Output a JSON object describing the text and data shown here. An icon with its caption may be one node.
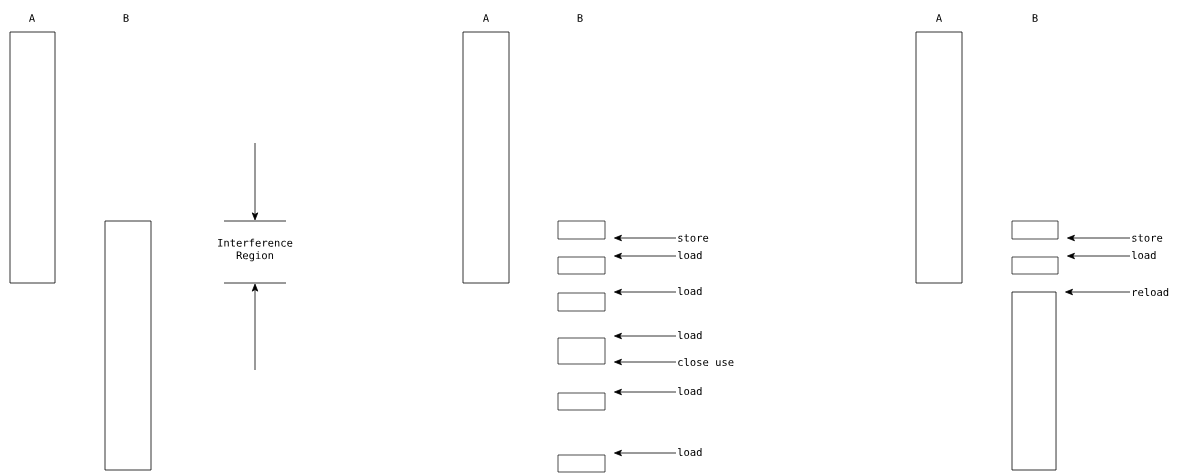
{
  "diagram": {
    "nodes": [
      {
        "text": [],
        "shape": "bar"
      },
      {
        "text": [],
        "shape": "bar"
      },
      {
        "text": [],
        "shape": "bar"
      },
      {
        "text": [],
        "shape": "box"
      },
      {
        "text": [],
        "shape": "box"
      },
      {
        "text": [],
        "shape": "box"
      },
      {
        "text": [],
        "shape": "box"
      },
      {
        "text": [],
        "shape": "box"
      },
      {
        "text": [],
        "shape": "box"
      },
      {
        "text": [
          "store"
        ]
      },
      {
        "text": [
          "load"
        ]
      },
      {
        "text": [
          "load"
        ]
      },
      {
        "text": [
          "load"
        ]
      },
      {
        "text": [
          "close use"
        ]
      },
      {
        "text": [
          "load"
        ]
      },
      {
        "text": [
          "load"
        ]
      },
      {
        "text": [],
        "shape": "bar"
      },
      {
        "text": [],
        "shape": "box"
      },
      {
        "text": [],
        "shape": "box"
      },
      {
        "text": [],
        "shape": "bar"
      },
      {
        "text": [
          "store"
        ]
      },
      {
        "text": [
          "load"
        ]
      },
      {
        "text": [
          "reload"
        ]
      }
    ],
    "edges": [
      {
        "from": 9,
        "to": 3,
        "arrow": "to"
      },
      {
        "from": 10,
        "to": 4,
        "arrow": "to"
      },
      {
        "from": 11,
        "to": 5,
        "arrow": "to"
      },
      {
        "from": 12,
        "to": 6,
        "arrow": "to"
      },
      {
        "from": 13,
        "to": 6,
        "arrow": "to"
      },
      {
        "from": 14,
        "to": 7,
        "arrow": "to"
      },
      {
        "from": 15,
        "to": 8,
        "arrow": "to"
      },
      {
        "from": 20,
        "to": 17,
        "arrow": "to"
      },
      {
        "from": 21,
        "to": 18,
        "arrow": "to"
      },
      {
        "from": 22,
        "to": 19,
        "arrow": "to"
      }
    ],
    "labels": [
      "A",
      "B",
      "A",
      "B",
      "A",
      "B",
      "Interference Region"
    ]
  }
}
